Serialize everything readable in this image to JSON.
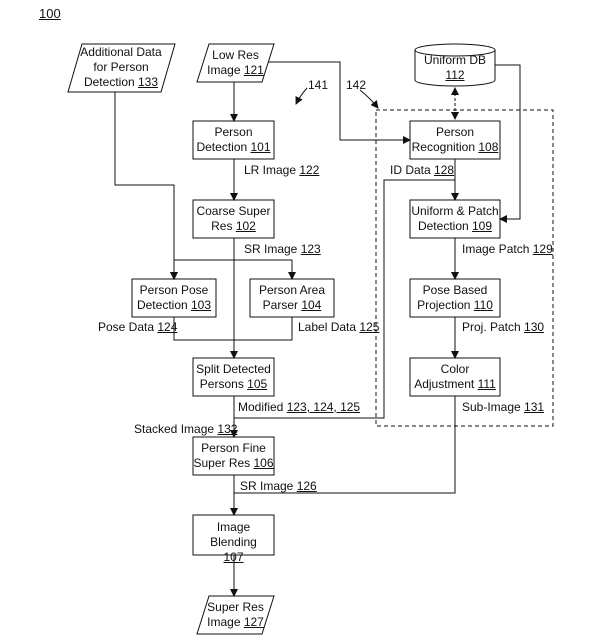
{
  "figure_number": "100",
  "nodes": {
    "additional_data": {
      "lines": [
        "Additional Data",
        "for Person"
      ],
      "last_text": "Detection ",
      "ref": "133"
    },
    "low_res_image": {
      "lines": [
        "Low Res"
      ],
      "last_text": "Image ",
      "ref": "121"
    },
    "uniform_db": {
      "lines": [
        "Uniform DB"
      ],
      "last_text": "",
      "ref": "112"
    },
    "person_detection": {
      "lines": [
        "Person"
      ],
      "last_text": "Detection ",
      "ref": "101"
    },
    "person_recognition": {
      "lines": [
        "Person"
      ],
      "last_text": "Recognition ",
      "ref": "108"
    },
    "coarse_super_res": {
      "lines": [
        "Coarse Super"
      ],
      "last_text": "Res ",
      "ref": "102"
    },
    "uniform_patch": {
      "lines": [
        "Uniform & Patch"
      ],
      "last_text": "Detection ",
      "ref": "109"
    },
    "person_pose": {
      "lines": [
        "Person Pose"
      ],
      "last_text": "Detection ",
      "ref": "103"
    },
    "person_area": {
      "lines": [
        "Person Area"
      ],
      "last_text": "Parser ",
      "ref": "104"
    },
    "pose_projection": {
      "lines": [
        "Pose Based"
      ],
      "last_text": "Projection ",
      "ref": "110"
    },
    "split_detected": {
      "lines": [
        "Split Detected"
      ],
      "last_text": "Persons ",
      "ref": "105"
    },
    "color_adjustment": {
      "lines": [
        "Color"
      ],
      "last_text": "Adjustment ",
      "ref": "111"
    },
    "person_fine": {
      "lines": [
        "Person Fine"
      ],
      "last_text": "Super Res ",
      "ref": "106"
    },
    "image_blending": {
      "lines": [
        "Image Blending"
      ],
      "last_text": "",
      "ref": "107"
    },
    "super_res_image": {
      "lines": [
        "Super Res"
      ],
      "last_text": "Image ",
      "ref": "127"
    }
  },
  "labels": {
    "lr_image": {
      "text": "LR Image ",
      "ref": "122"
    },
    "sr_image_123": {
      "text": "SR Image ",
      "ref": "123"
    },
    "id_data": {
      "text": "ID Data ",
      "ref": "128"
    },
    "image_patch": {
      "text": "Image Patch ",
      "ref": "129"
    },
    "pose_data": {
      "text": "Pose Data ",
      "ref": "124"
    },
    "label_data": {
      "text": "Label Data ",
      "ref": "125"
    },
    "proj_patch": {
      "text": "Proj. Patch ",
      "ref": "130"
    },
    "modified": {
      "text": "Modified ",
      "ref": "123, 124, 125"
    },
    "sub_image": {
      "text": "Sub-Image ",
      "ref": "131"
    },
    "stacked_image": {
      "text": "Stacked Image ",
      "ref": "132"
    },
    "sr_image_126": {
      "text": "SR Image ",
      "ref": "126"
    }
  },
  "ref_141": "141",
  "ref_142": "142"
}
